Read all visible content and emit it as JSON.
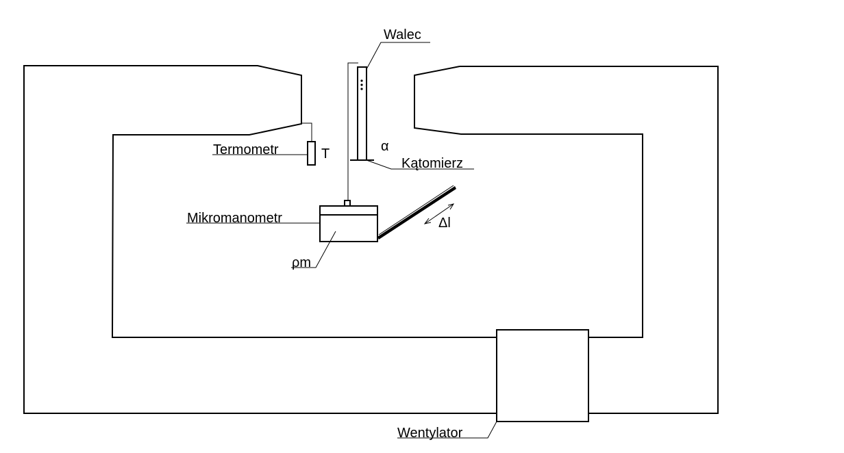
{
  "diagram": {
    "labels": {
      "walec": "Walec",
      "termometr": "Termometr",
      "temperature_symbol": "T",
      "angle_symbol": "α",
      "katomierz": "Kątomierz",
      "mikromanometr": "Mikromanometr",
      "delta_l": "Δl",
      "rho_m": "ρm",
      "wentylator": "Wentylator"
    },
    "colors": {
      "line": "#000000",
      "background": "#ffffff"
    }
  }
}
